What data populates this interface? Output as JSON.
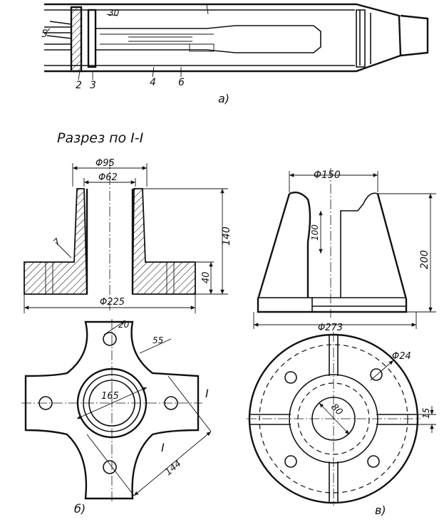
{
  "fig_a": {
    "label": "а)",
    "parts": [
      "5",
      "2",
      "3",
      "4",
      "6",
      "30"
    ]
  },
  "section": {
    "title": "Разрез по I-I"
  },
  "fig_b": {
    "label": "б)",
    "dims": {
      "d95": "Φ95",
      "d62": "Φ62",
      "h140": "140",
      "h40": "40",
      "d225": "Φ225",
      "r20": "20",
      "r55": "55",
      "d165": "165",
      "d144": "144",
      "r7": "7"
    },
    "section_mark": "I"
  },
  "fig_c": {
    "label": "в)",
    "dims": {
      "d150": "Φ150",
      "h100": "100",
      "h200": "200",
      "d273": "Φ273",
      "d24": "Φ24",
      "d80": "80",
      "w15": "15"
    }
  },
  "colors": {
    "ink": "#111111",
    "paper": "#ffffff"
  }
}
